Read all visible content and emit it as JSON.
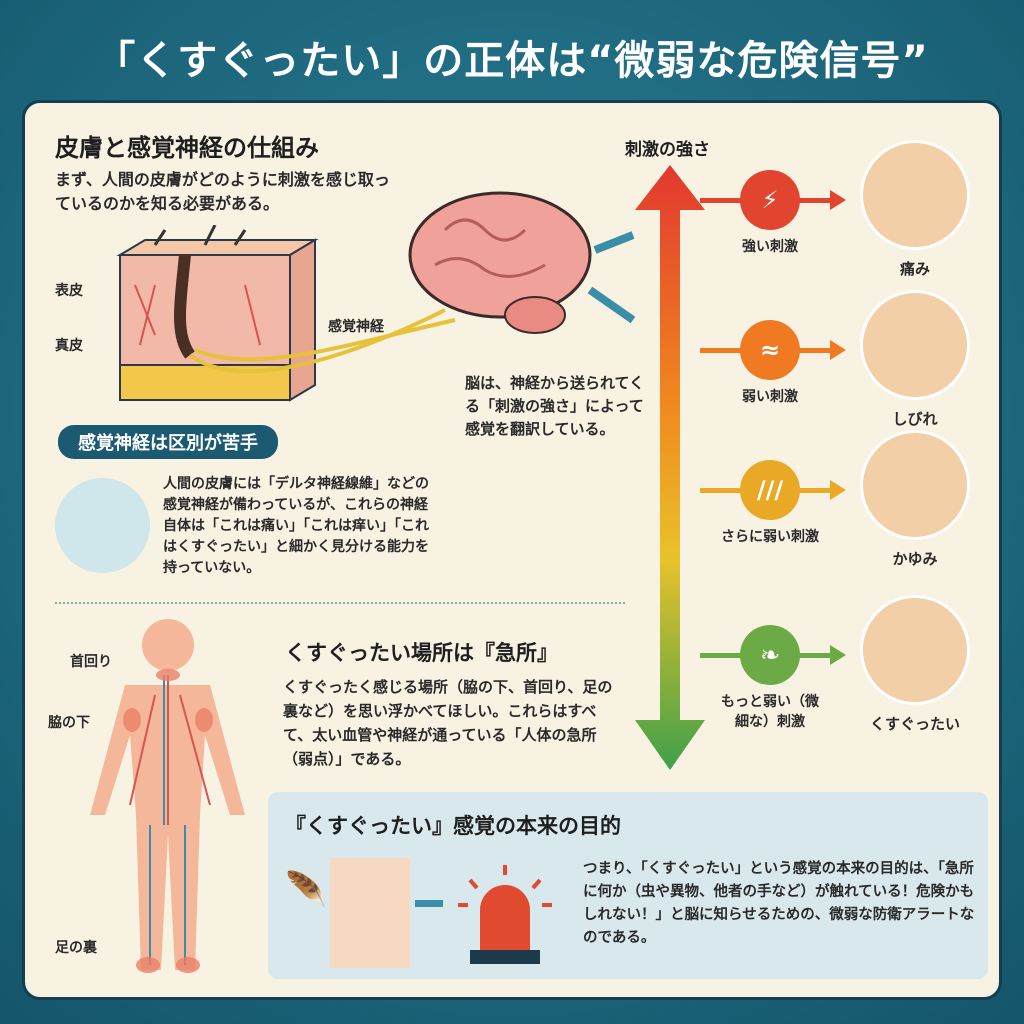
{
  "title": "「くすぐったい」の正体は“微弱な危険信号”",
  "skin_section": {
    "heading": "皮膚と感覚神経の仕組み",
    "intro": "まず、人間の皮膚がどのように刺激を感じ取っているのかを知る必要がある。",
    "layer_epidermis": "表皮",
    "layer_dermis": "真皮",
    "nerve_label": "感覚神経",
    "brain_text": "脳は、神経から送られてくる「刺激の強さ」によって感覚を翻訳している。",
    "pill": "感覚神経は区別が苦手",
    "body": "人間の皮膚には「デルタ神経線維」などの感覚神経が備わっているが、これらの神経自体は「これは痛い」「これは痒い」「これはくすぐったい」と細かく見分ける能力を持っていない。"
  },
  "intensity": {
    "axis_label": "刺激の強さ",
    "levels": [
      {
        "stimulus": "強い刺激",
        "sensation": "痛み",
        "icon": "lightning-icon",
        "color": "#e2452f"
      },
      {
        "stimulus": "弱い刺激",
        "sensation": "しびれ",
        "icon": "wave-icon",
        "color": "#ef7a22"
      },
      {
        "stimulus": "さらに弱い刺激",
        "sensation": "かゆみ",
        "icon": "scratch-icon",
        "color": "#e9a826"
      },
      {
        "stimulus": "もっと弱い（微細な）刺激",
        "sensation": "くすぐったい",
        "icon": "feather-icon",
        "color": "#6caa45"
      }
    ]
  },
  "vital_section": {
    "heading": "くすぐったい場所は『急所』",
    "body": "くすぐったく感じる場所（脇の下、首回り、足の裏など）を思い浮かべてほしい。これらはすべて、太い血管や神経が通っている「人体の急所（弱点）」である。",
    "labels": [
      "首回り",
      "脇の下",
      "足の裏"
    ]
  },
  "purpose_section": {
    "heading": "『くすぐったい』感覚の本来の目的",
    "body": "つまり、「くすぐったい」という感覚の本来の目的は、「急所に何か（虫や異物、他者の手など）が触れている！危険かもしれない！」と脳に知らせるための、微弱な防衛アラートなのである。"
  }
}
